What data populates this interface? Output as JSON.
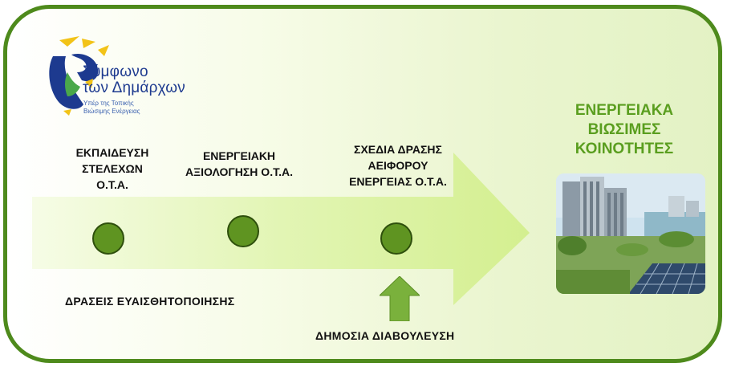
{
  "logo": {
    "line1": "Σύμφωνο",
    "line2": "των Δημάρχων",
    "sub1": "Υπέρ της Τοπικής",
    "sub2": "Βιώσιμης Ενέργειας"
  },
  "stages": [
    {
      "lines": [
        "ΕΚΠΑΙΔΕΥΣΗ",
        "ΣΤΕΛΕΧΩΝ",
        "Ο.Τ.Α."
      ]
    },
    {
      "lines": [
        "ΕΝΕΡΓΕΙΑΚΗ",
        "ΑΞΙΟΛΟΓΗΣΗ Ο.Τ.Α."
      ]
    },
    {
      "lines": [
        "ΣΧΕΔΙΑ ΔΡΑΣΗΣ",
        "ΑΕΙΦΟΡΟΥ",
        "ΕΝΕΡΓΕΙΑΣ Ο.Τ.Α."
      ]
    }
  ],
  "awareness_label": "ΔΡΑΣΕΙΣ ΕΥΑΙΣΘΗΤΟΠΟΙΗΣΗΣ",
  "consultation_label": "ΔΗΜΟΣΙΑ ΔΙΑΒΟΥΛΕΥΣΗ",
  "goal": {
    "lines": [
      "ΕΝΕΡΓΕΙΑΚΑ",
      "ΒΙΩΣΙΜΕΣ",
      "ΚΟΙΝΟΤΗΤΕΣ"
    ]
  },
  "colors": {
    "frame_border": "#4e8a1c",
    "arrow_fill": "#d9f2a0",
    "milestone_fill": "#5f9421",
    "goal_text": "#5a9e1f",
    "up_arrow": "#7ab13c"
  }
}
